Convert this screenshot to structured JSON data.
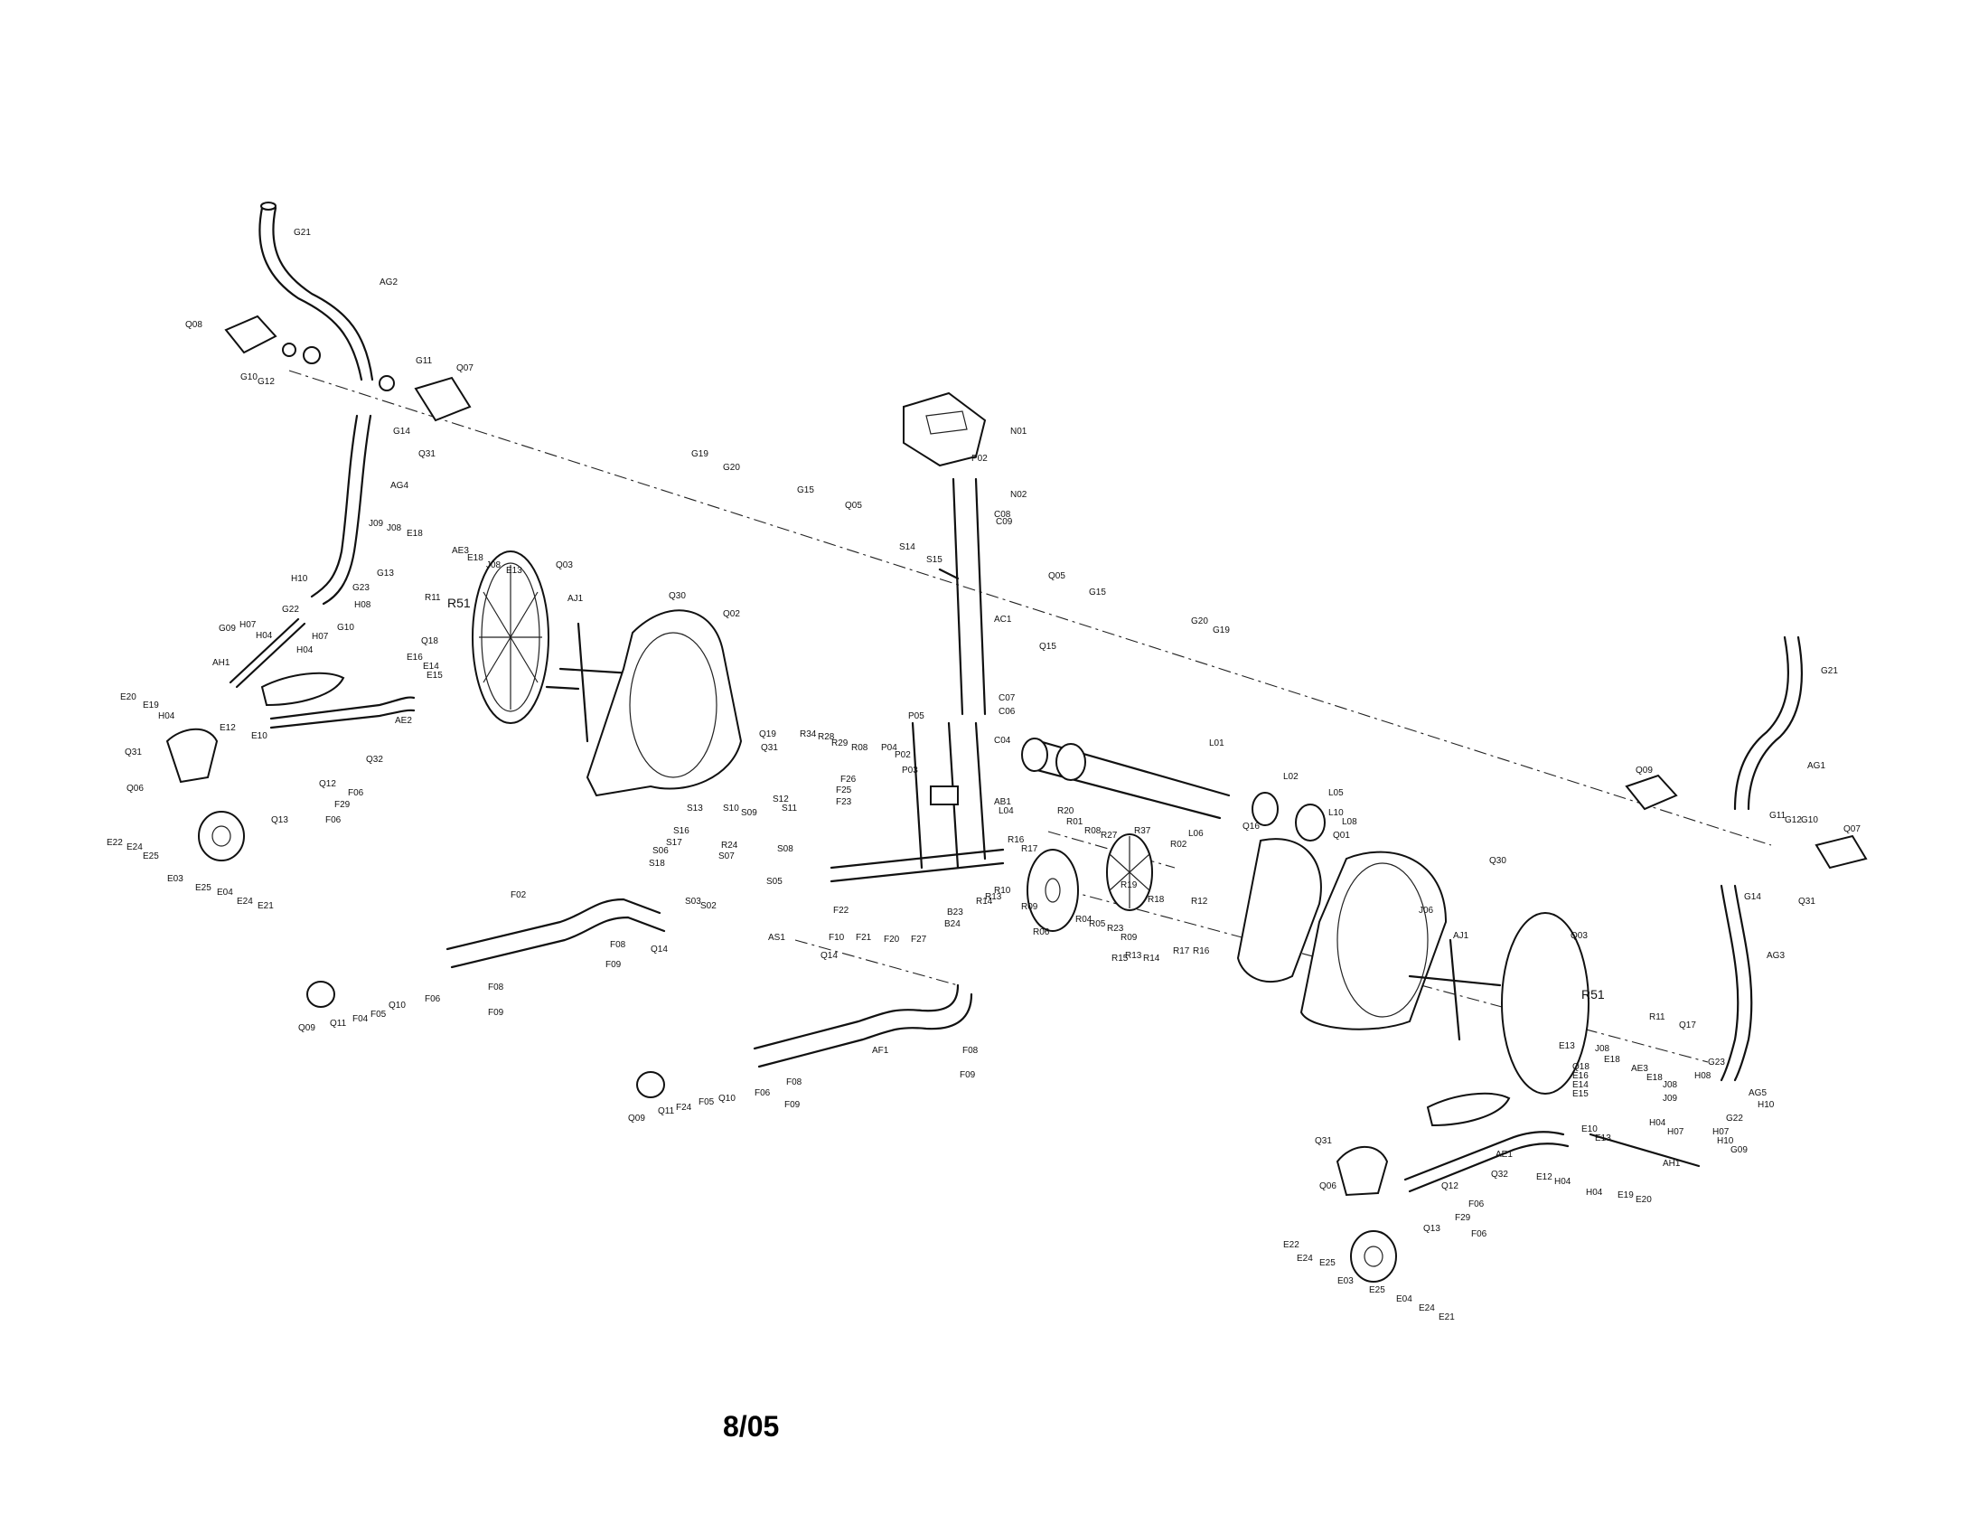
{
  "page": {
    "page_number": "8/05"
  },
  "part_labels": [
    "G21",
    "AG2",
    "Q08",
    "G10",
    "G12",
    "G11",
    "Q07",
    "G14",
    "Q31",
    "AG4",
    "J09",
    "J08",
    "E18",
    "AE3",
    "E18",
    "J08",
    "E13",
    "Q03",
    "G13",
    "R11",
    "R51",
    "H10",
    "G22",
    "G23",
    "H08",
    "G09",
    "H07",
    "H04",
    "G10",
    "H07",
    "H04",
    "AH1",
    "Q18",
    "E16",
    "E14",
    "E15",
    "E20",
    "E19",
    "H04",
    "Q31",
    "Q06",
    "E12",
    "E10",
    "AE2",
    "Q32",
    "Q12",
    "F06",
    "F29",
    "Q13",
    "F06",
    "E22",
    "E24",
    "E25",
    "E03",
    "E25",
    "E04",
    "E24",
    "E21",
    "AJ1",
    "Q30",
    "Q02",
    "G19",
    "G20",
    "G15",
    "Q05",
    "S14",
    "S15",
    "N01",
    "P02",
    "N02",
    "C08",
    "C09",
    "AC1",
    "Q05",
    "G15",
    "G20",
    "G19",
    "Q15",
    "Q19",
    "Q31",
    "R34",
    "R28",
    "R29",
    "R08",
    "P05",
    "P04",
    "P02",
    "P03",
    "C07",
    "C06",
    "C04",
    "AB1",
    "L04",
    "L01",
    "L02",
    "L05",
    "L06",
    "L10",
    "L08",
    "F26",
    "F25",
    "F23",
    "S13",
    "S10",
    "S09",
    "S12",
    "S11",
    "S16",
    "S17",
    "S06",
    "S18",
    "S08",
    "R24",
    "S07",
    "S05",
    "S03",
    "S02",
    "AS1",
    "F22",
    "F10",
    "F21",
    "F20",
    "F27",
    "B24",
    "B23",
    "R20",
    "R01",
    "R08",
    "R27",
    "R37",
    "R02",
    "R16",
    "R17",
    "R14",
    "R10",
    "R13",
    "R09",
    "R06",
    "R04",
    "R05",
    "R19",
    "R18",
    "R12",
    "R23",
    "R09",
    "R13",
    "R14",
    "R17",
    "R16",
    "R15",
    "Q16",
    "Q01",
    "Q30",
    "J06",
    "AJ1",
    "Q03",
    "R51",
    "R11",
    "Q17",
    "F02",
    "F08",
    "F09",
    "Q14",
    "F08",
    "F09",
    "Q09",
    "Q11",
    "F04",
    "F05",
    "Q10",
    "F06",
    "Q14",
    "AF1",
    "F08",
    "F09",
    "Q09",
    "Q11",
    "F24",
    "F05",
    "Q10",
    "F06",
    "F08",
    "F09",
    "Q09",
    "G21",
    "AG1",
    "G11",
    "G12",
    "G10",
    "Q07",
    "G14",
    "Q31",
    "AG3",
    "E13",
    "J08",
    "E18",
    "Q18",
    "E16",
    "E14",
    "E15",
    "AE3",
    "E18",
    "J08",
    "J09",
    "G23",
    "AG5",
    "H10",
    "G22",
    "H08",
    "H04",
    "H07",
    "H10",
    "H07",
    "G09",
    "Q31",
    "Q06",
    "AE1",
    "Q32",
    "E10",
    "E13",
    "AH1",
    "E12",
    "H04",
    "H04",
    "E19",
    "E20",
    "Q12",
    "F06",
    "F29",
    "Q13",
    "F06",
    "E22",
    "E24",
    "E25",
    "E03",
    "E25",
    "E04",
    "E24",
    "E21"
  ]
}
